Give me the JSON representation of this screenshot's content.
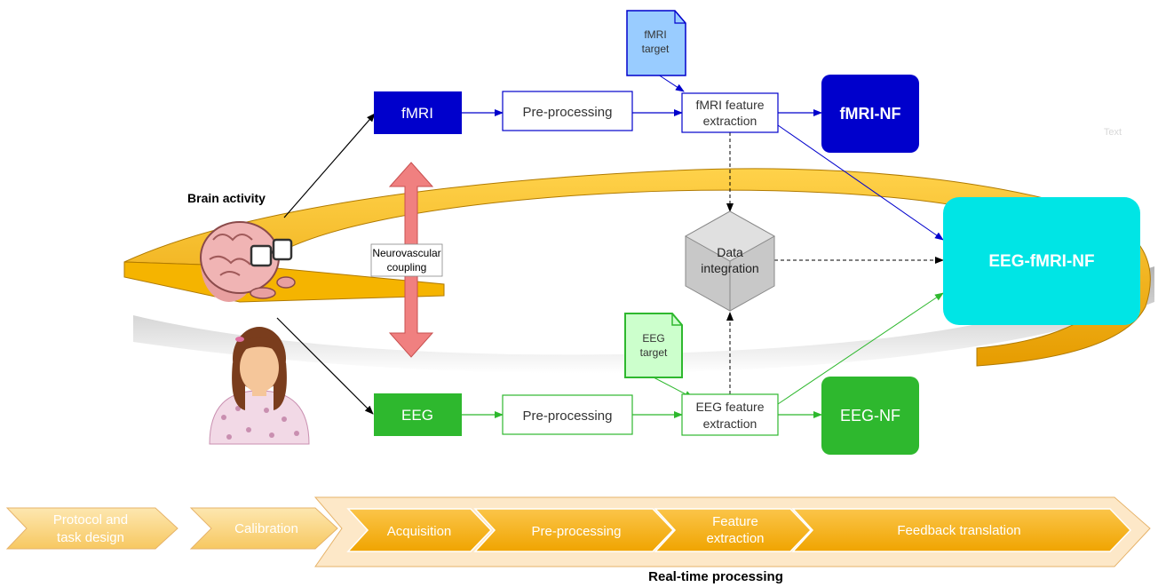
{
  "nodes": {
    "brain_activity": "Brain activity",
    "fmri": "fMRI",
    "eeg": "EEG",
    "fmri_preproc": "Pre-processing",
    "eeg_preproc": "Pre-processing",
    "fmri_feature": [
      "fMRI feature",
      "extraction"
    ],
    "eeg_feature": [
      "EEG feature",
      "extraction"
    ],
    "fmri_target": [
      "fMRI",
      "target"
    ],
    "eeg_target": [
      "EEG",
      "target"
    ],
    "fmri_nf": "fMRI-NF",
    "eeg_nf": "EEG-NF",
    "eeg_fmri_nf": "EEG-fMRI-NF",
    "data_integration": [
      "Data",
      "integration"
    ],
    "neurovascular": [
      "Neurovascular",
      "coupling"
    ],
    "stray_text": "Text"
  },
  "pipeline": {
    "steps": [
      [
        "Protocol and",
        "task design"
      ],
      [
        "Calibration"
      ],
      [
        "Acquisition"
      ],
      [
        "Pre-processing"
      ],
      [
        "Feature",
        "extraction"
      ],
      [
        "Feedback translation"
      ]
    ],
    "group_label": "Real-time processing"
  },
  "colors": {
    "fmri_blue": "#0000cc",
    "eeg_green": "#2eb82e",
    "target_blue_fill": "#99ccff",
    "target_green_fill": "#ccffcc",
    "nf_cyan": "#00e5e5",
    "band_gold": "#f5b400",
    "coupling_red": "#f08080",
    "chevron_fill": "#f5b21a",
    "chevron_light": "#fbd68a"
  }
}
